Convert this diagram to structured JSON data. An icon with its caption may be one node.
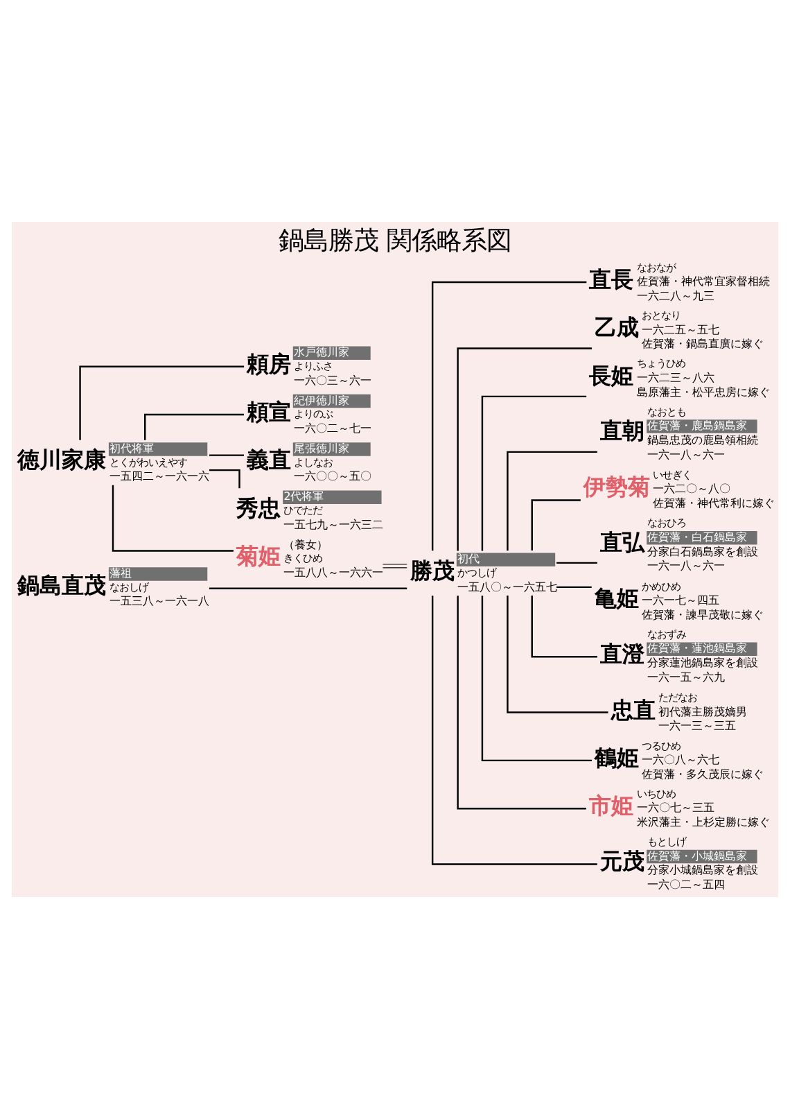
{
  "diagram": {
    "title": "鍋島勝茂 関係略系図",
    "nodes": [
      {
        "text": [
          "初代将軍",
          "徳川家康",
          "とくがわいえやす",
          "一五四二～一六一六"
        ]
      },
      {
        "text": [
          "藩祖",
          "鍋島直茂",
          "なおしげ",
          "一五三八～一六一八"
        ]
      },
      {
        "text": [
          "水戸徳川家",
          "頼房",
          "よりふさ",
          "一六〇三～六一"
        ]
      },
      {
        "text": [
          "紀伊徳川家",
          "頼宣",
          "よりのぶ",
          "一六〇二～七一"
        ]
      },
      {
        "text": [
          "尾張徳川家",
          "義直",
          "よしなお",
          "一六〇〇～五〇"
        ]
      },
      {
        "text": [
          "2代将軍",
          "秀忠",
          "ひでただ",
          "一五七九～一六三二"
        ]
      },
      {
        "text": [
          "（養女）",
          "菊姫",
          "きくひめ",
          "一五八八～一六六一"
        ]
      },
      {
        "text": [
          "初代",
          "勝茂",
          "かつしげ",
          "一五八〇～一六五七"
        ]
      },
      {
        "text": [
          "直長",
          "なおなが",
          "佐賀藩・神代常宜家督相続",
          "一六二八～九三"
        ]
      },
      {
        "text": [
          "乙成",
          "おとなり",
          "一六二五～五七",
          "佐賀藩・鍋島直廣に嫁ぐ"
        ]
      },
      {
        "text": [
          "長姫",
          "ちょうひめ",
          "一六二三～八六",
          "島原藩主・松平忠房に嫁ぐ"
        ]
      },
      {
        "text": [
          "直朝",
          "なおとも",
          "佐賀藩・鹿島鍋島家",
          "鍋島忠茂の鹿島領相続",
          "一六一八～六一"
        ]
      },
      {
        "text": [
          "伊勢菊",
          "いせぎく",
          "一六二〇～八〇",
          "佐賀藩・神代常利に嫁ぐ"
        ]
      },
      {
        "text": [
          "直弘",
          "なおひろ",
          "佐賀藩・白石鍋島家",
          "分家白石鍋島家を創設",
          "一六一八～六一"
        ]
      },
      {
        "text": [
          "亀姫",
          "かめひめ",
          "一六一七～四五",
          "佐賀藩・諫早茂敬に嫁ぐ"
        ]
      },
      {
        "text": [
          "直澄",
          "なおずみ",
          "佐賀藩・蓮池鍋島家",
          "分家蓮池鍋島家を創設",
          "一六一五～六九"
        ]
      },
      {
        "text": [
          "忠直",
          "ただなお",
          "初代藩主勝茂嫡男",
          "一六一三～三五"
        ]
      },
      {
        "text": [
          "鶴姫",
          "つるひめ",
          "一六〇八～六七",
          "佐賀藩・多久茂辰に嫁ぐ"
        ]
      },
      {
        "text": [
          "市姫",
          "いちひめ",
          "一六〇七～三五",
          "米沢藩主・上杉定勝に嫁ぐ"
        ]
      },
      {
        "text": [
          "元茂",
          "もとしげ",
          "佐賀藩・小城鍋島家",
          "分家小城鍋島家を創設",
          "一六〇二～五四"
        ]
      }
    ],
    "edges": [
      {
        "from": 0,
        "to": 2,
        "arrow": "none"
      },
      {
        "from": 0,
        "to": 3,
        "arrow": "none"
      },
      {
        "from": 0,
        "to": 4,
        "arrow": "none"
      },
      {
        "from": 0,
        "to": 5,
        "arrow": "none"
      },
      {
        "from": 0,
        "to": 6,
        "arrow": "none"
      },
      {
        "from": 1,
        "to": 7,
        "arrow": "none"
      },
      {
        "from": 6,
        "to": 7,
        "arrow": "none"
      },
      {
        "from": 7,
        "to": 8,
        "arrow": "none"
      },
      {
        "from": 7,
        "to": 9,
        "arrow": "none"
      },
      {
        "from": 7,
        "to": 10,
        "arrow": "none"
      },
      {
        "from": 7,
        "to": 11,
        "arrow": "none"
      },
      {
        "from": 7,
        "to": 12,
        "arrow": "none"
      },
      {
        "from": 7,
        "to": 13,
        "arrow": "none"
      },
      {
        "from": 7,
        "to": 14,
        "arrow": "none"
      },
      {
        "from": 7,
        "to": 15,
        "arrow": "none"
      },
      {
        "from": 7,
        "to": 16,
        "arrow": "none"
      },
      {
        "from": 7,
        "to": 17,
        "arrow": "none"
      },
      {
        "from": 7,
        "to": 18,
        "arrow": "none"
      },
      {
        "from": 7,
        "to": 19,
        "arrow": "none"
      }
    ]
  }
}
